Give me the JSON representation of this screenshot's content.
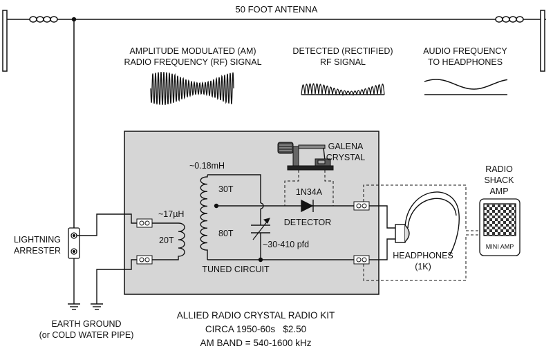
{
  "antenna": {
    "label": "50 FOOT ANTENNA"
  },
  "waveforms": {
    "am": {
      "line1": "AMPLITUDE MODULATED (AM)",
      "line2": "RADIO FREQUENCY (RF) SIGNAL"
    },
    "detected": {
      "line1": "DETECTED (RECTIFIED)",
      "line2": "RF SIGNAL"
    },
    "audio": {
      "line1": "AUDIO FREQUENCY",
      "line2": "TO HEADPHONES"
    }
  },
  "galena": {
    "line1": "GALENA",
    "line2": "CRYSTAL"
  },
  "amp": {
    "line1": "RADIO",
    "line2": "SHACK",
    "line3": "AMP",
    "label": "MINI AMP"
  },
  "circuit": {
    "coil_inductance": "~0.18mH",
    "turns_30": "30T",
    "turns_80": "80T",
    "primary_inductance": "~17µH",
    "turns_20": "20T",
    "diode": "1N34A",
    "detector": "DETECTOR",
    "capacitor": "~30-410 pfd",
    "tuned": "TUNED CIRCUIT"
  },
  "headphones": {
    "line1": "HEADPHONES",
    "line2": "(1K)"
  },
  "lightning": {
    "line1": "LIGHTNING",
    "line2": "ARRESTER"
  },
  "ground": {
    "line1": "EARTH GROUND",
    "line2": "(or COLD WATER PIPE)"
  },
  "caption": {
    "line1": "ALLIED RADIO CRYSTAL RADIO KIT",
    "line2": "CIRCA 1950-60s   $2.50",
    "line3": "AM BAND = 540-1600 kHz"
  },
  "colors": {
    "panel": "#d6d6d6",
    "line": "#111111"
  }
}
